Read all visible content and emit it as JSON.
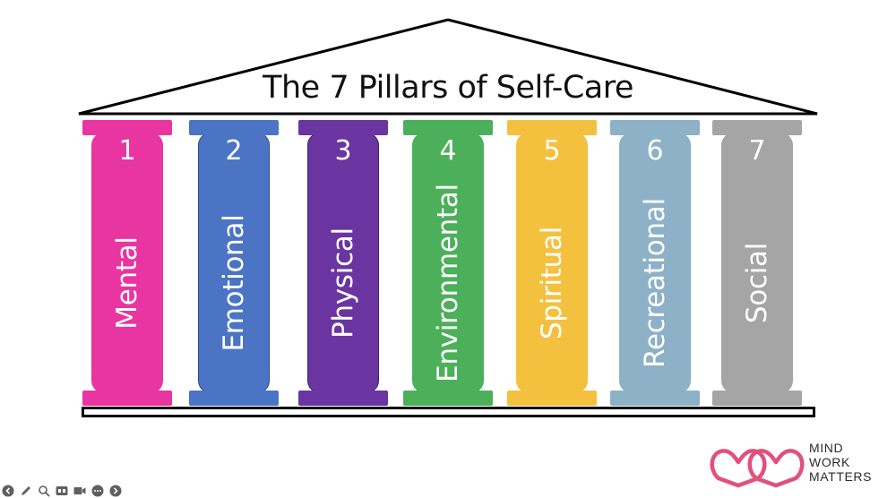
{
  "title": "The 7 Pillars of Self-Care",
  "pillars": [
    {
      "number": "1",
      "label": "Mental",
      "color": "#E935A1",
      "cap_color": "#E935A1"
    },
    {
      "number": "2",
      "label": "Emotional",
      "color": "#4B74C4",
      "cap_color": "#4B74C4"
    },
    {
      "number": "3",
      "label": "Physical",
      "color": "#6A35A0",
      "cap_color": "#6A35A0"
    },
    {
      "number": "4",
      "label": "Environmental",
      "color": "#4CB05A",
      "cap_color": "#4CB05A"
    },
    {
      "number": "5",
      "label": "Spiritual",
      "color": "#F4C13E",
      "cap_color": "#F4C13E"
    },
    {
      "number": "6",
      "label": "Recreational",
      "color": "#8DB1C6",
      "cap_color": "#8DB1C6"
    },
    {
      "number": "7",
      "label": "Social",
      "color": "#A5A5A5",
      "cap_color": "#A5A5A5"
    }
  ],
  "logo": {
    "lines": [
      "MIND",
      "WORK",
      "MATTERS"
    ],
    "color": "#E2507C",
    "icon": "double-heart-icon"
  },
  "controls": [
    {
      "icon": "back-arrow-icon"
    },
    {
      "icon": "pen-icon"
    },
    {
      "icon": "zoom-icon"
    },
    {
      "icon": "captions-icon"
    },
    {
      "icon": "video-icon"
    },
    {
      "icon": "more-icon"
    },
    {
      "icon": "forward-arrow-icon"
    }
  ]
}
